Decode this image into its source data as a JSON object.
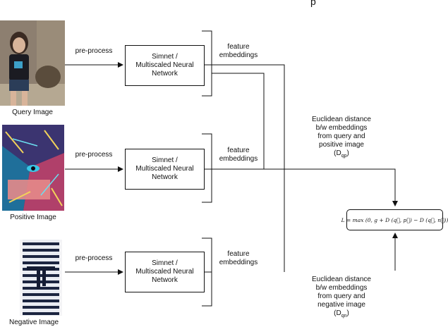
{
  "header_fragment": "p",
  "rows": [
    {
      "image_caption": "Query Image",
      "preprocess": "pre-process",
      "network_lines": [
        "Simnet /",
        "Multiscaled Neural",
        "Network"
      ],
      "feature_lines": [
        "feature",
        "embeddings"
      ]
    },
    {
      "image_caption": "Positive Image",
      "preprocess": "pre-process",
      "network_lines": [
        "Simnet /",
        "Multiscaled Neural",
        "Network"
      ],
      "feature_lines": [
        "feature",
        "embeddings"
      ]
    },
    {
      "image_caption": "Negative Image",
      "preprocess": "pre-process",
      "network_lines": [
        "Simnet /",
        "Multiscaled Neural",
        "Network"
      ],
      "feature_lines": [
        "feature",
        "embeddings"
      ]
    }
  ],
  "distance_qp": {
    "lines": [
      "Euclidean distance",
      "b/w embeddings",
      "from query and",
      "positive image"
    ],
    "symbol": "(D",
    "sub": "qp",
    "close": ")"
  },
  "distance_qn": {
    "lines": [
      "Euclidean distance",
      "b/w embeddings",
      "from query and",
      "negative image"
    ],
    "symbol": "(D",
    "sub": "qn",
    "close": ")"
  },
  "loss_formula": "L = max (0, g + D (q⃗, p⃗) − D (q⃗, n⃗))",
  "colors": {
    "line": "#111111",
    "background": "#ffffff"
  }
}
